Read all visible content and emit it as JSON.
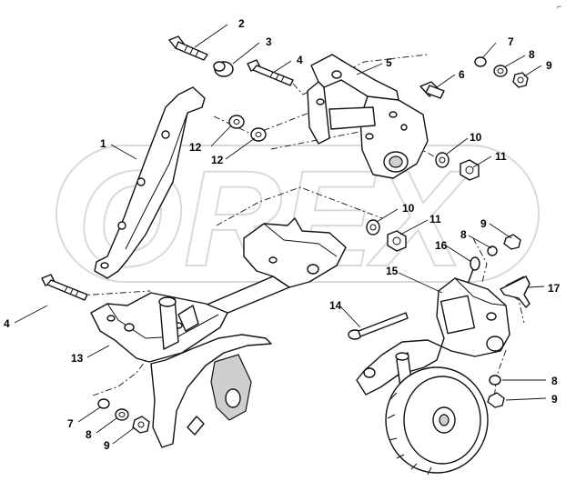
{
  "watermark": {
    "text": "OREX"
  },
  "corner_mark": "⌐",
  "callouts": {
    "c1": "1",
    "c2": "2",
    "c3": "3",
    "c4a": "4",
    "c4b": "4",
    "c5": "5",
    "c6": "6",
    "c7a": "7",
    "c7b": "7",
    "c8a": "8",
    "c8b": "8",
    "c8c": "8",
    "c9a": "9",
    "c9b": "9",
    "c9c": "9",
    "c9d": "9",
    "c10a": "10",
    "c10b": "10",
    "c11a": "11",
    "c11b": "11",
    "c12a": "12",
    "c12b": "12",
    "c13": "13",
    "c14": "14",
    "c15": "15",
    "c16": "16",
    "c17": "17"
  }
}
